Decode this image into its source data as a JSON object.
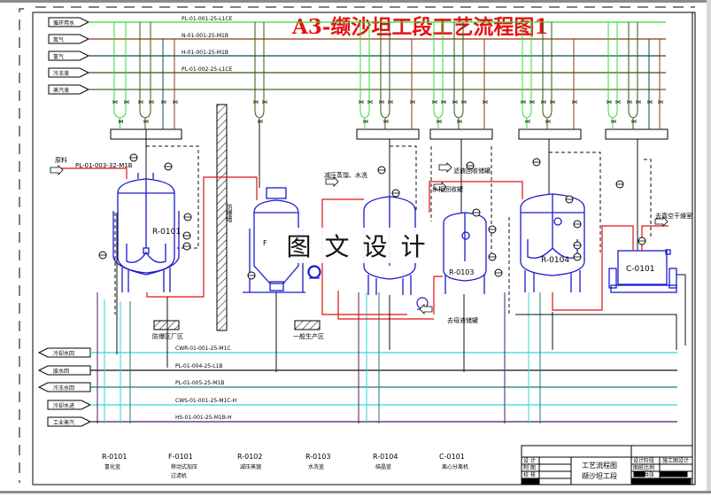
{
  "drawing": {
    "title": "A3-缬沙坦工段工艺流程图1",
    "title_color": "#e81010",
    "watermark": [
      "图",
      "文",
      "设",
      "计"
    ]
  },
  "utility_inlets_top": [
    {
      "label": "循环用水",
      "line_code": "PL-01-001-25-L1CE",
      "color": "#33dd33"
    },
    {
      "label": "氮气",
      "line_code": "N-01-001-25-M1B",
      "color": "#8b3a0f"
    },
    {
      "label": "氢气",
      "line_code": "H-01-001-25-M1B",
      "color": "#0d4a5a"
    },
    {
      "label": "冷冻液",
      "line_code": "PL-01-002-25-L1CE",
      "color": "#2f5a12"
    },
    {
      "label": "蒸汽液",
      "line_code": "",
      "color": "#3a6a2a"
    }
  ],
  "utility_lines_bottom": [
    {
      "label": "冷却水回",
      "line_code": "CWR-01-001-25-M1C",
      "direction": "out",
      "color": "#33d6d6"
    },
    {
      "label": "废水回",
      "line_code": "PL-01-004-25-L1B",
      "direction": "out",
      "color": "#111111"
    },
    {
      "label": "冷冻水回",
      "line_code": "PL-01-005-25-M1B",
      "direction": "out",
      "color": "#1a7a7a"
    },
    {
      "label": "冷却水进",
      "line_code": "CWS-01-001-25-M1C-H",
      "direction": "in",
      "color": "#33d6d6"
    },
    {
      "label": "工业蒸汽",
      "line_code": "HS-01-001-25-M1B-H",
      "direction": "in",
      "color": "#4a1a6a"
    }
  ],
  "feed": {
    "label": "原料",
    "line_code": "PL-01-003-32-M1B"
  },
  "annotations": {
    "wall": "防爆墙",
    "zone1": "防爆区厂区",
    "zone2": "一般生产区",
    "to_r0103": "减压蒸馏、水洗",
    "to_r0104_top": "滤液回收储罐",
    "to_r0103_side": "水相回收罐",
    "return": "去母液储罐",
    "to_dryer": "去真空干燥室"
  },
  "equipment": [
    {
      "tag": "R-0101",
      "name": "氢化釜",
      "name2": ""
    },
    {
      "tag": "F-0101",
      "name": "移动式加压",
      "name2": "过滤机"
    },
    {
      "tag": "R-0102",
      "name": "减压蒸馏",
      "name2": ""
    },
    {
      "tag": "R-0103",
      "name": "水洗釜",
      "name2": ""
    },
    {
      "tag": "R-0104",
      "name": "结晶釜",
      "name2": ""
    },
    {
      "tag": "C-0101",
      "name": "离心分离机",
      "name2": ""
    }
  ],
  "vessel_labels": {
    "r0101": "R-0101",
    "f0101": "F",
    "r0103": "R-0103",
    "r0104": "R-0104",
    "c0101": "C-0101"
  },
  "title_block": {
    "drawing_name": "工艺流程图",
    "section": "缬沙坦工段",
    "rows_left": [
      "设 计",
      "制 图",
      "校 核"
    ],
    "rows_right": [
      "设计阶段",
      "图纸比例",
      "第张共张"
    ],
    "right_top": "施工图设计"
  }
}
